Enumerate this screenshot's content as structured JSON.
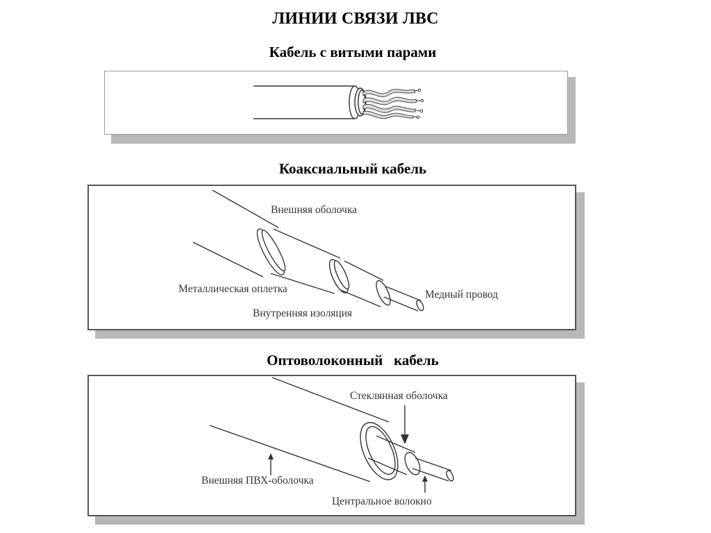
{
  "title": "ЛИНИИ СВЯЗИ ЛВС",
  "twisted_pair": {
    "heading": "Кабель с витыми парами"
  },
  "coaxial": {
    "heading": "Коаксиальный кабель",
    "labels": {
      "outer_jacket": "Внешняя оболочка",
      "metal_braid": "Металлическая оплетка",
      "inner_insulation": "Внутренняя изоляция",
      "copper_wire": "Медный провод"
    }
  },
  "fiber": {
    "heading": "Оптоволоконный   кабель",
    "labels": {
      "glass_cladding": "Стеклянная оболочка",
      "pvc_jacket": "Внешняя ПВХ-оболочка",
      "core_fiber": "Центральное волокно"
    }
  },
  "colors": {
    "panel_shadow": "#b8b8b8",
    "panel_border": "#555555",
    "line": "#333333"
  }
}
